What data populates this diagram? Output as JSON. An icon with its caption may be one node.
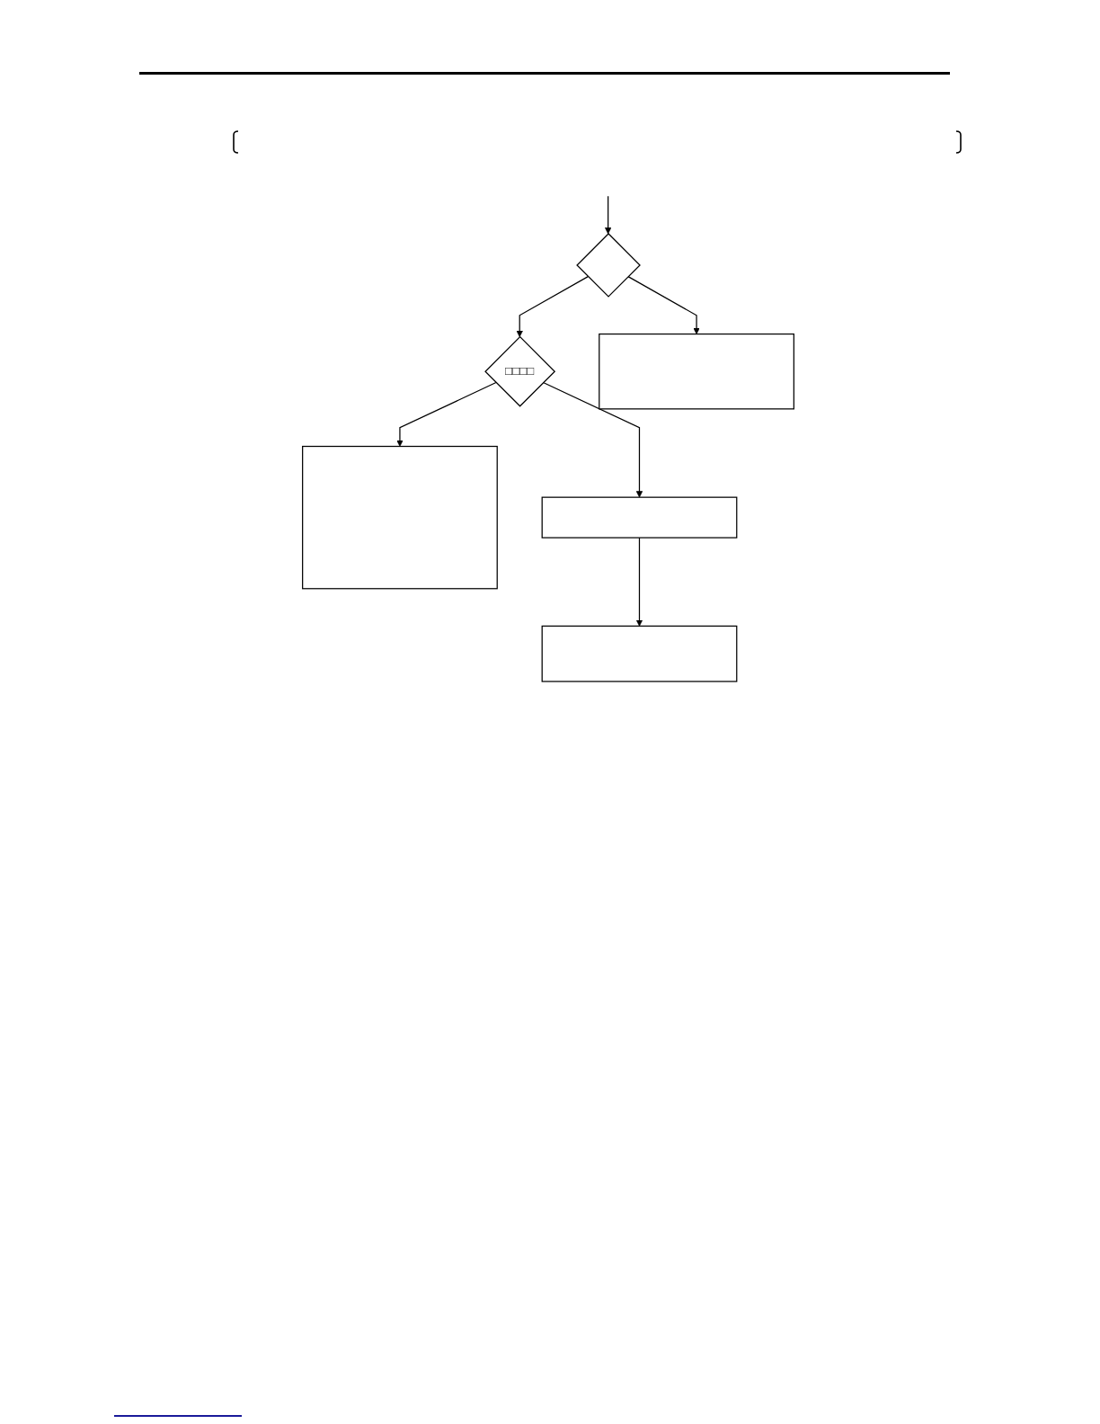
{
  "diagram": {
    "nodes": [
      {
        "text": [],
        "shape": "diamond"
      },
      {
        "text": [],
        "shape": "box"
      },
      {
        "text": [
          "□□□□"
        ]
      },
      {
        "text": [],
        "shape": "box"
      },
      {
        "text": [],
        "shape": "box"
      },
      {
        "text": [],
        "shape": "box"
      }
    ],
    "edges": [
      {
        "from": null,
        "to": 0,
        "arrow": "to"
      },
      {
        "from": 0,
        "to": 2,
        "arrow": "to"
      },
      {
        "from": 0,
        "to": 1,
        "arrow": "to"
      },
      {
        "from": 2,
        "to": 4,
        "arrow": "to"
      },
      {
        "from": 2,
        "to": 3,
        "arrow": "to"
      },
      {
        "from": 3,
        "to": 5,
        "arrow": "to"
      }
    ]
  }
}
